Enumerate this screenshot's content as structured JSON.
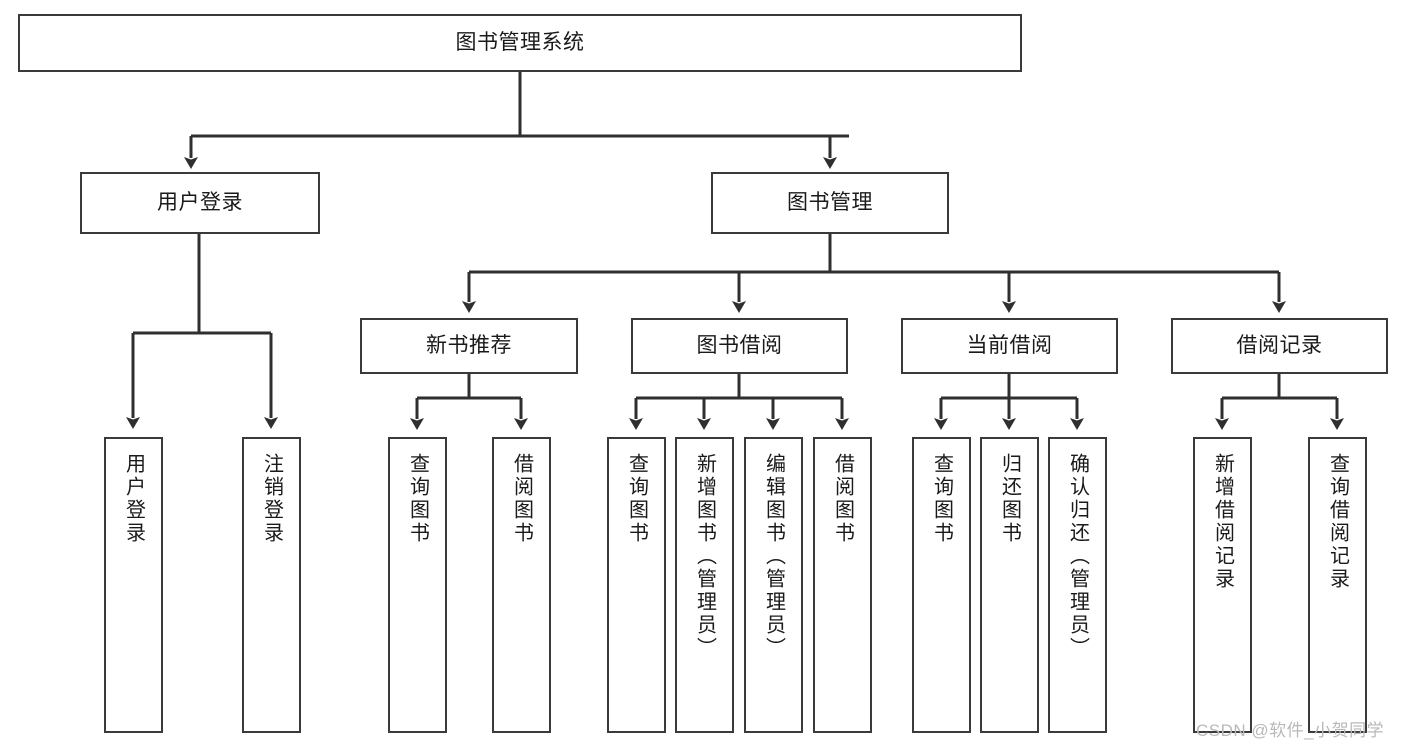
{
  "diagram": {
    "title": "图书管理系统",
    "type": "hierarchy-tree",
    "colors": {
      "box_border": "#3a3a3a",
      "box_fill": "#ffffff",
      "edge": "#2f2f2f",
      "text": "#1a1a1a",
      "watermark": "#b9b9b9"
    },
    "nodes": {
      "root": {
        "label": "图书管理系统",
        "level": 0
      },
      "level1": [
        {
          "id": "user-login",
          "label": "用户登录"
        },
        {
          "id": "book-manage",
          "label": "图书管理"
        }
      ],
      "level2": [
        {
          "id": "new-book-recommend",
          "label": "新书推荐",
          "parent": "book-manage"
        },
        {
          "id": "book-borrow",
          "label": "图书借阅",
          "parent": "book-manage"
        },
        {
          "id": "current-borrow",
          "label": "当前借阅",
          "parent": "book-manage"
        },
        {
          "id": "borrow-record",
          "label": "借阅记录",
          "parent": "book-manage"
        }
      ],
      "leaves": [
        {
          "id": "leaf-user-login",
          "label": "用户登录",
          "parent": "user-login"
        },
        {
          "id": "leaf-user-logout",
          "label": "注销登录",
          "parent": "user-login"
        },
        {
          "id": "leaf-query-book-1",
          "label": "查询图书",
          "parent": "new-book-recommend"
        },
        {
          "id": "leaf-borrow-book-1",
          "label": "借阅图书",
          "parent": "new-book-recommend"
        },
        {
          "id": "leaf-query-book-2",
          "label": "查询图书",
          "parent": "book-borrow"
        },
        {
          "id": "leaf-add-book",
          "label": "新增图书（管理员）",
          "parent": "book-borrow"
        },
        {
          "id": "leaf-edit-book",
          "label": "编辑图书（管理员）",
          "parent": "book-borrow"
        },
        {
          "id": "leaf-borrow-book-2",
          "label": "借阅图书",
          "parent": "book-borrow"
        },
        {
          "id": "leaf-query-book-3",
          "label": "查询图书",
          "parent": "current-borrow"
        },
        {
          "id": "leaf-return-book",
          "label": "归还图书",
          "parent": "current-borrow"
        },
        {
          "id": "leaf-confirm-return",
          "label": "确认归还（管理员）",
          "parent": "current-borrow"
        },
        {
          "id": "leaf-add-record",
          "label": "新增借阅记录",
          "parent": "borrow-record"
        },
        {
          "id": "leaf-query-record",
          "label": "查询借阅记录",
          "parent": "borrow-record"
        }
      ]
    },
    "watermark": "CSDN @软件_小贺同学"
  }
}
